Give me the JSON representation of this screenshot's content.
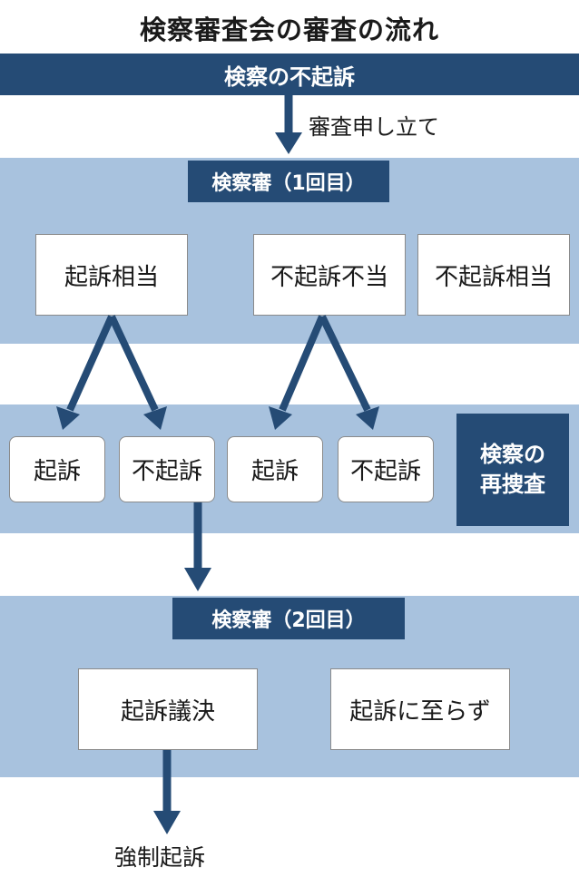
{
  "title": "検察審査会の審査の流れ",
  "top_bar": "検察の不起訴",
  "appeal_label": "審査申し立て",
  "first_review": {
    "label": "検察審（1回目）",
    "outcomes": [
      "起訴相当",
      "不起訴不当",
      "不起訴相当"
    ]
  },
  "prosecution_results": [
    "起訴",
    "不起訴",
    "起訴",
    "不起訴"
  ],
  "reinvestigation": [
    "検察の",
    "再捜査"
  ],
  "second_review": {
    "label": "検察審（2回目）",
    "outcomes": [
      "起訴議決",
      "起訴に至らず"
    ]
  },
  "final_label": "強制起訴",
  "colors": {
    "band": "#a8c2de",
    "dark": "#254b75"
  }
}
